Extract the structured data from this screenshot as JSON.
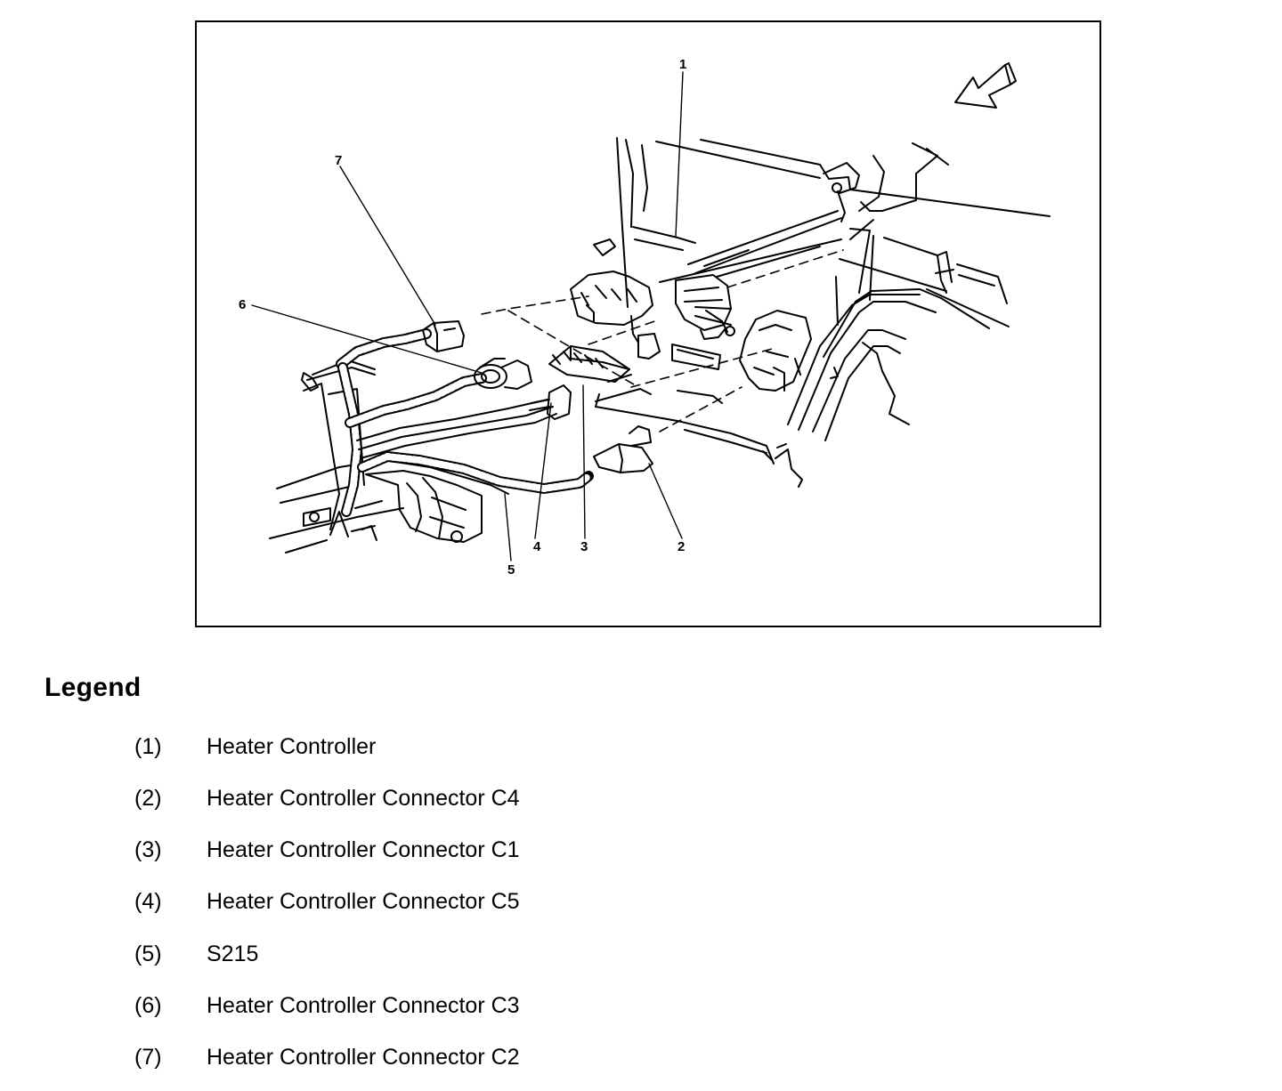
{
  "figure": {
    "callouts": [
      "1",
      "2",
      "3",
      "4",
      "5",
      "6",
      "7"
    ]
  },
  "legend": {
    "title": "Legend",
    "items": [
      {
        "num": "(1)",
        "text": "Heater Controller"
      },
      {
        "num": "(2)",
        "text": "Heater Controller Connector C4"
      },
      {
        "num": "(3)",
        "text": "Heater Controller Connector C1"
      },
      {
        "num": "(4)",
        "text": "Heater Controller Connector C5"
      },
      {
        "num": "(5)",
        "text": "S215"
      },
      {
        "num": "(6)",
        "text": "Heater Controller Connector C3"
      },
      {
        "num": "(7)",
        "text": "Heater Controller Connector C2"
      }
    ]
  }
}
